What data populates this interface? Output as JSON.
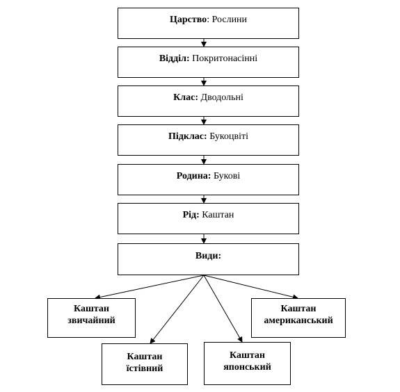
{
  "hierarchy": [
    {
      "key": "Царство",
      "sep": ":",
      "value": " Рослини",
      "sep_bold": false
    },
    {
      "key": "Відділ",
      "sep": ":",
      "value": " Покритонасінні",
      "sep_bold": true
    },
    {
      "key": "Клас",
      "sep": ":",
      "value": " Дводольні",
      "sep_bold": true
    },
    {
      "key": "Підклас",
      "sep": ":",
      "value": " Букоцвіті",
      "sep_bold": true
    },
    {
      "key": "Родина",
      "sep": ":",
      "value": " Букові",
      "sep_bold": true
    },
    {
      "key": "Рід",
      "sep": ":",
      "value": " Каштан",
      "sep_bold": true
    }
  ],
  "species_header": "Види:",
  "species": [
    {
      "line1": "Каштан",
      "line2": "звичайний"
    },
    {
      "line1": "Каштан",
      "line2": "американський"
    },
    {
      "line1": "Каштан",
      "line2": "їстівний"
    },
    {
      "line1": "Каштан",
      "line2": "японський"
    }
  ]
}
